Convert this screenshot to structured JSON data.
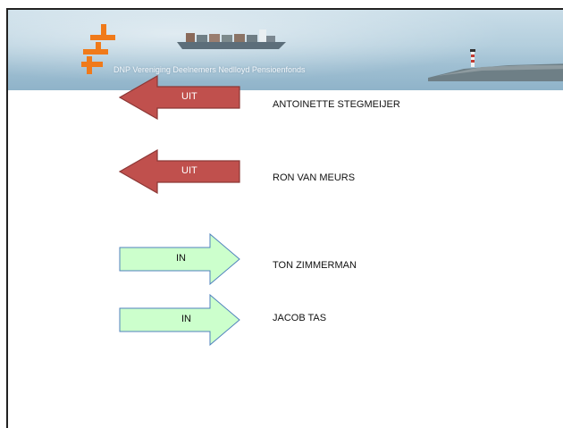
{
  "header": {
    "org_name": "DNP Vereniging Deelnemers Nedlloyd Pensioenfonds"
  },
  "colors": {
    "out_fill": "#c0504d",
    "out_stroke": "#8c3836",
    "in_fill": "#ccffcc",
    "in_stroke": "#4f81bd"
  },
  "entries": [
    {
      "direction": "out",
      "label": "UIT",
      "name": "ANTOINETTE STEGMEIJER"
    },
    {
      "direction": "out",
      "label": "UIT",
      "name": "RON VAN MEURS"
    },
    {
      "direction": "in",
      "label": "IN",
      "name": "TON ZIMMERMAN"
    },
    {
      "direction": "in",
      "label": "IN",
      "name": "JACOB TAS"
    }
  ]
}
